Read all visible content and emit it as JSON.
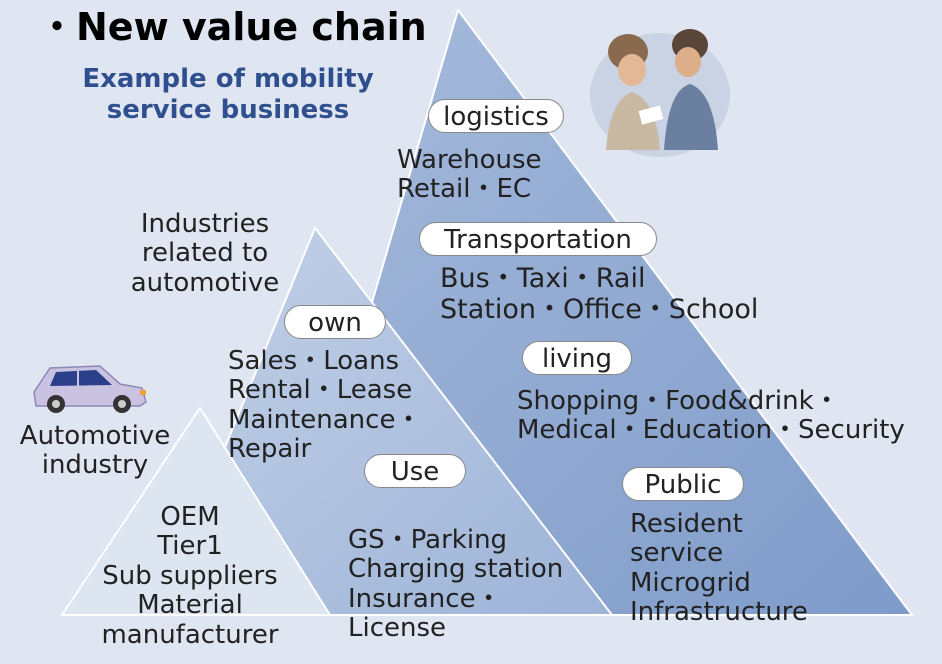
{
  "title": "・New value chain",
  "subtitle": [
    "Example of mobility",
    "service business"
  ],
  "pills": {
    "logistics": "logistics",
    "transportation": "Transportation",
    "living": "living",
    "public": "Public",
    "own": "own",
    "use": "Use"
  },
  "labels": {
    "industries_related": [
      "Industries",
      "related to",
      "automotive"
    ],
    "automotive_industry": [
      "Automotive",
      "industry"
    ]
  },
  "lists": {
    "logistics": [
      "Warehouse",
      "Retail・EC"
    ],
    "transportation": [
      "Bus・Taxi・Rail",
      "Station・Office・School"
    ],
    "living": [
      "Shopping・Food&drink・",
      "Medical・Education・Security"
    ],
    "public": [
      "Resident",
      "service",
      "Microgrid",
      "Infrastructure"
    ],
    "own": [
      "Sales・Loans",
      "Rental・Lease",
      "Maintenance・",
      "Repair"
    ],
    "use": [
      "GS・Parking",
      "Charging station",
      "Insurance・",
      "License"
    ],
    "automotive": [
      "OEM",
      "Tier1",
      "Sub suppliers",
      "Material",
      "manufacturer"
    ]
  },
  "colors": {
    "background": "#dfe6f1",
    "outer_triangle": "#8ca6cf",
    "middle_triangle": "#a9bddd",
    "inner_triangle": "#dde5f0",
    "subtitle": "#2f4f8f"
  },
  "icons": [
    "car-icon",
    "people-photo"
  ]
}
